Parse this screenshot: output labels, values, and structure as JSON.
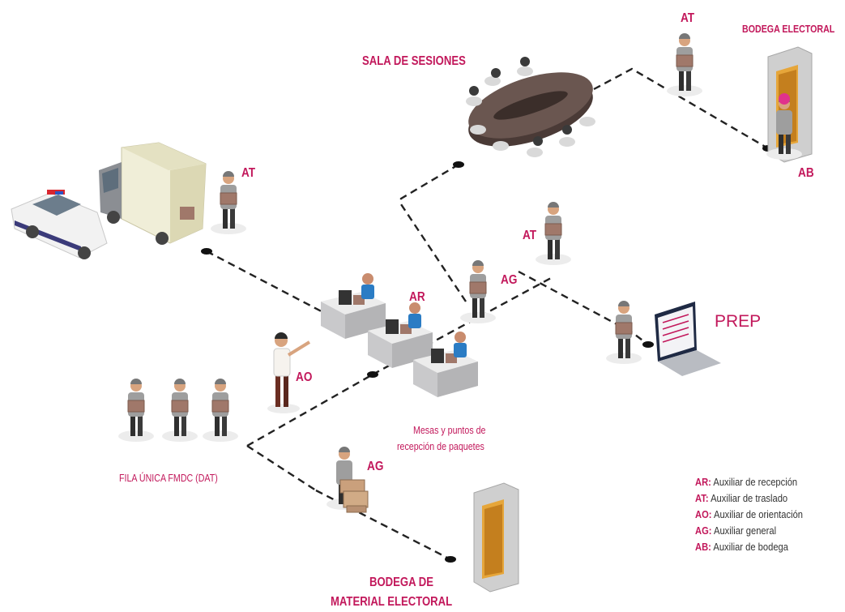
{
  "places": {
    "sala": "SALA DE SESIONES",
    "bodega_electoral": "BODEGA ELECTORAL",
    "prep": "PREP",
    "mesas_line1": "Mesas y puntos de",
    "mesas_line2": "recepción de paquetes",
    "fila": "FILA ÚNICA FMDC (DAT)",
    "bodega_material_line1": "BODEGA DE",
    "bodega_material_line2": "MATERIAL ELECTORAL"
  },
  "codes": {
    "at_truck": "AT",
    "at_top": "AT",
    "at_mid": "AT",
    "ab": "AB",
    "ag_upper": "AG",
    "ar": "AR",
    "ao": "AO",
    "ag_lower": "AG"
  },
  "legend": [
    {
      "code": "AR:",
      "text": "Auxiliar de recepción"
    },
    {
      "code": "AT:",
      "text": "Auxiliar de traslado"
    },
    {
      "code": "AO:",
      "text": "Auxiliar de orientación"
    },
    {
      "code": "AG:",
      "text": "Auxiliar general"
    },
    {
      "code": "AB:",
      "text": "Auxiliar de bodega"
    }
  ],
  "colors": {
    "accent": "#c2185b",
    "line": "#222222",
    "shirt": "#9e9e9e",
    "box": "#a0786a",
    "desk": "#d4d4d6",
    "worker_shirt": "#2b7cc4",
    "table_top": "#4a3a36",
    "truck_box": "#f0eed8"
  }
}
